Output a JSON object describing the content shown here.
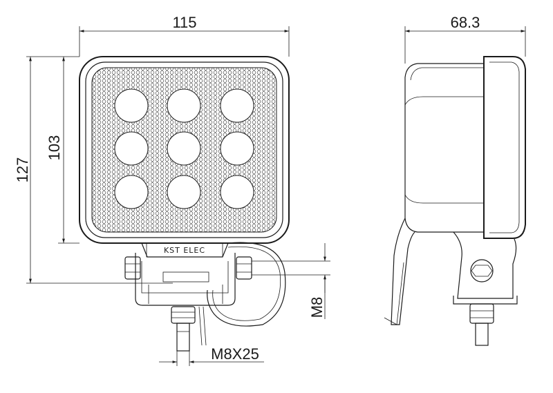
{
  "dimensions": {
    "width_front": "115",
    "depth_side": "68.3",
    "height_total": "127",
    "height_housing": "103",
    "bolt_thread": "M8",
    "bolt_size": "M8X25"
  },
  "brand_mark": "KST ELEC",
  "led_count": 9
}
